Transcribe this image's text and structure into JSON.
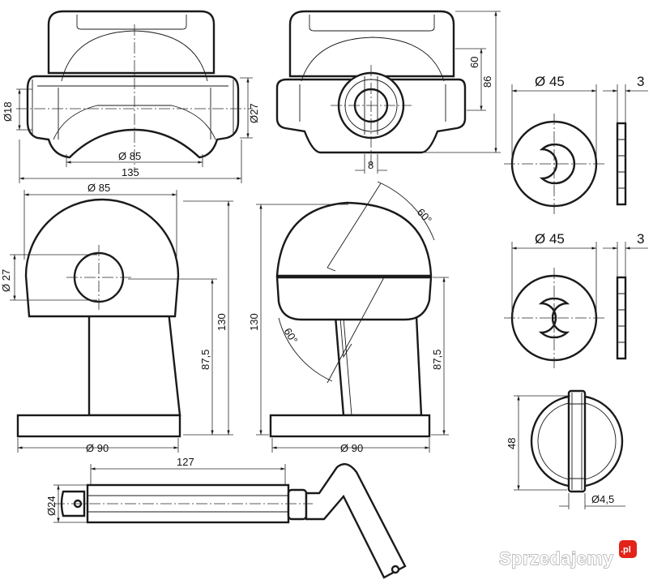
{
  "dimensions": {
    "top_front_dia_18": "Ø18",
    "top_front_dia_27": "Ø27",
    "top_front_dia_85": "Ø 85",
    "top_front_width_135": "135",
    "top_side_height_60": "60",
    "top_side_height_86": "86",
    "top_side_width_8": "8",
    "washer1_dia_45": "Ø 45",
    "washer1_thick_3": "3",
    "washer2_dia_45": "Ø 45",
    "washer2_thick_3": "3",
    "mid_left_dia_85": "Ø 85",
    "mid_left_dia_27": "Ø 27",
    "mid_left_height_130": "130",
    "mid_left_height_87_5": "87,5",
    "mid_left_base_90": "Ø 90",
    "mid_right_angle_top": "60°",
    "mid_right_angle_bottom": "60°",
    "mid_right_height_130": "130",
    "mid_right_height_87_5": "87,5",
    "mid_right_base_90": "Ø 90",
    "ring_height_48": "48",
    "ring_dia_4_5": "Ø4,5",
    "handle_length_127": "127",
    "handle_dia_24": "Ø24"
  },
  "watermark": {
    "text": "Sprzedajemy",
    "suffix": ".pl"
  },
  "colors": {
    "line": "#1a1a1a",
    "background": "#ffffff",
    "watermark_badge": "#e2231a"
  }
}
